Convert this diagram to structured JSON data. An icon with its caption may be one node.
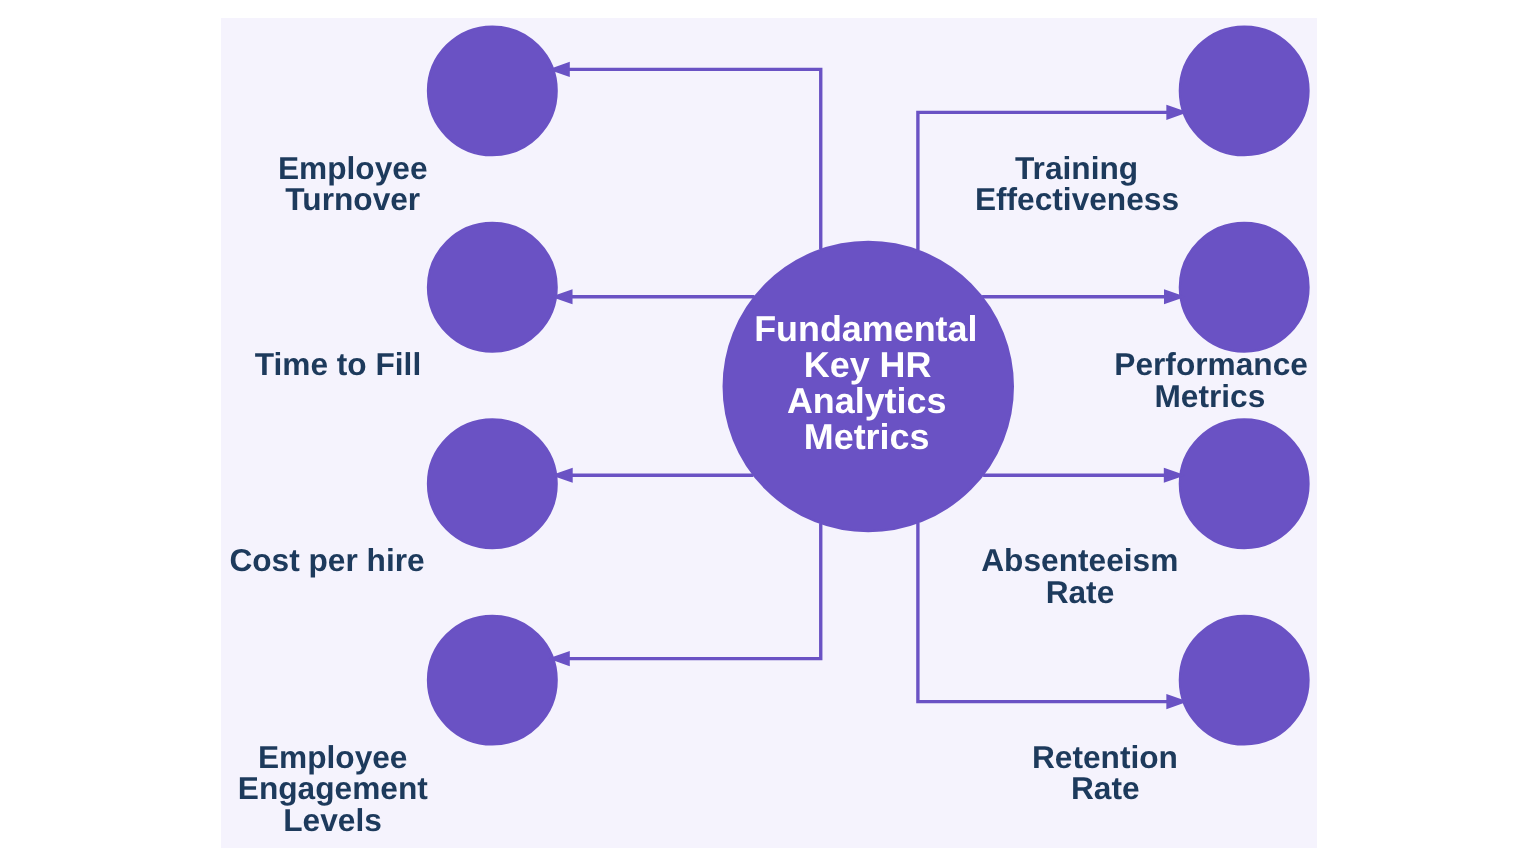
{
  "diagram": {
    "nodes": [
      {
        "text": [
          "Fundamental Key HR Analytics Metrics"
        ]
      },
      {
        "text": [],
        "shape": "circle",
        "beside": [
          "Employee Turnover"
        ]
      },
      {
        "text": [],
        "shape": "circle",
        "beside": [
          "Time to Fill"
        ]
      },
      {
        "text": [],
        "shape": "circle",
        "beside": [
          "Cost per hire"
        ]
      },
      {
        "text": [],
        "shape": "circle",
        "beside": [
          "Employee Engagement Levels"
        ]
      },
      {
        "text": [],
        "shape": "circle",
        "beside": [
          "Training Effectiveness"
        ]
      },
      {
        "text": [],
        "shape": "circle",
        "beside": [
          "Performance Metrics"
        ]
      },
      {
        "text": [],
        "shape": "circle",
        "beside": [
          "Absenteeism Rate"
        ]
      },
      {
        "text": [],
        "shape": "circle",
        "beside": [
          "Retention Rate"
        ]
      }
    ],
    "edges": [
      {
        "from": 0,
        "to": 1,
        "arrow": "to"
      },
      {
        "from": 0,
        "to": 2,
        "arrow": "to"
      },
      {
        "from": 0,
        "to": 3,
        "arrow": "to"
      },
      {
        "from": 0,
        "to": 4,
        "arrow": "to"
      },
      {
        "from": 0,
        "to": 5,
        "arrow": "to"
      },
      {
        "from": 0,
        "to": 6,
        "arrow": "to"
      },
      {
        "from": 0,
        "to": 7,
        "arrow": "to"
      },
      {
        "from": 0,
        "to": 8,
        "arrow": "to"
      }
    ]
  }
}
